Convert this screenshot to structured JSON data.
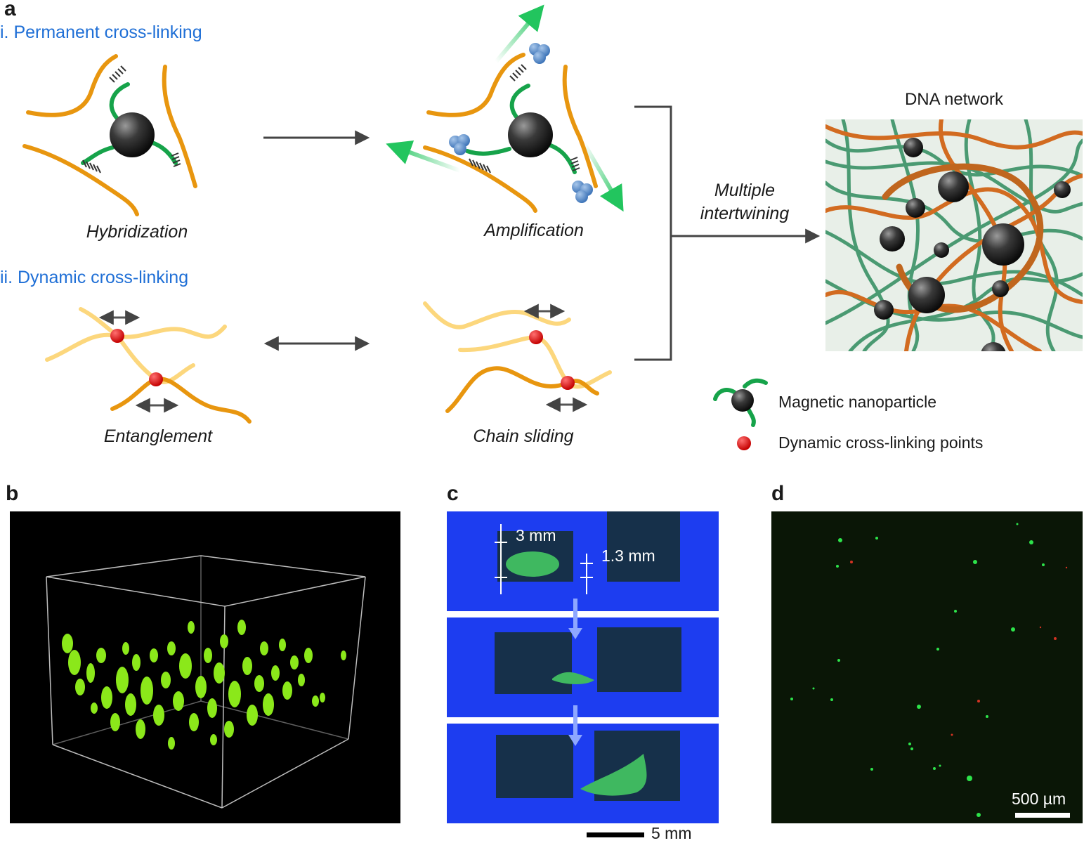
{
  "panel_a": {
    "letter": "a",
    "section_i_title": "i. Permanent cross-linking",
    "section_ii_title": "ii. Dynamic cross-linking",
    "label_hybridization": "Hybridization",
    "label_amplification": "Amplification",
    "label_entanglement": "Entanglement",
    "label_chain_sliding": "Chain sliding",
    "label_multiple": "Multiple",
    "label_intertwining": "intertwining",
    "network_title": "DNA network",
    "legend": {
      "nanoparticle": "Magnetic nanoparticle",
      "crosslink": "Dynamic cross-linking points"
    }
  },
  "panel_b": {
    "letter": "b"
  },
  "panel_c": {
    "letter": "c",
    "measure_left": "3 mm",
    "measure_right": "1.3 mm",
    "scale_bar": "5 mm"
  },
  "panel_d": {
    "letter": "d",
    "scale_bar": "500 µm"
  },
  "colors": {
    "orange": "#e8960f",
    "light_orange": "#fcd77d",
    "green": "#16a34a",
    "title_blue": "#1f6fd6",
    "crosslink_red": "#e11d1d",
    "fluor_green": "#8be81a"
  }
}
